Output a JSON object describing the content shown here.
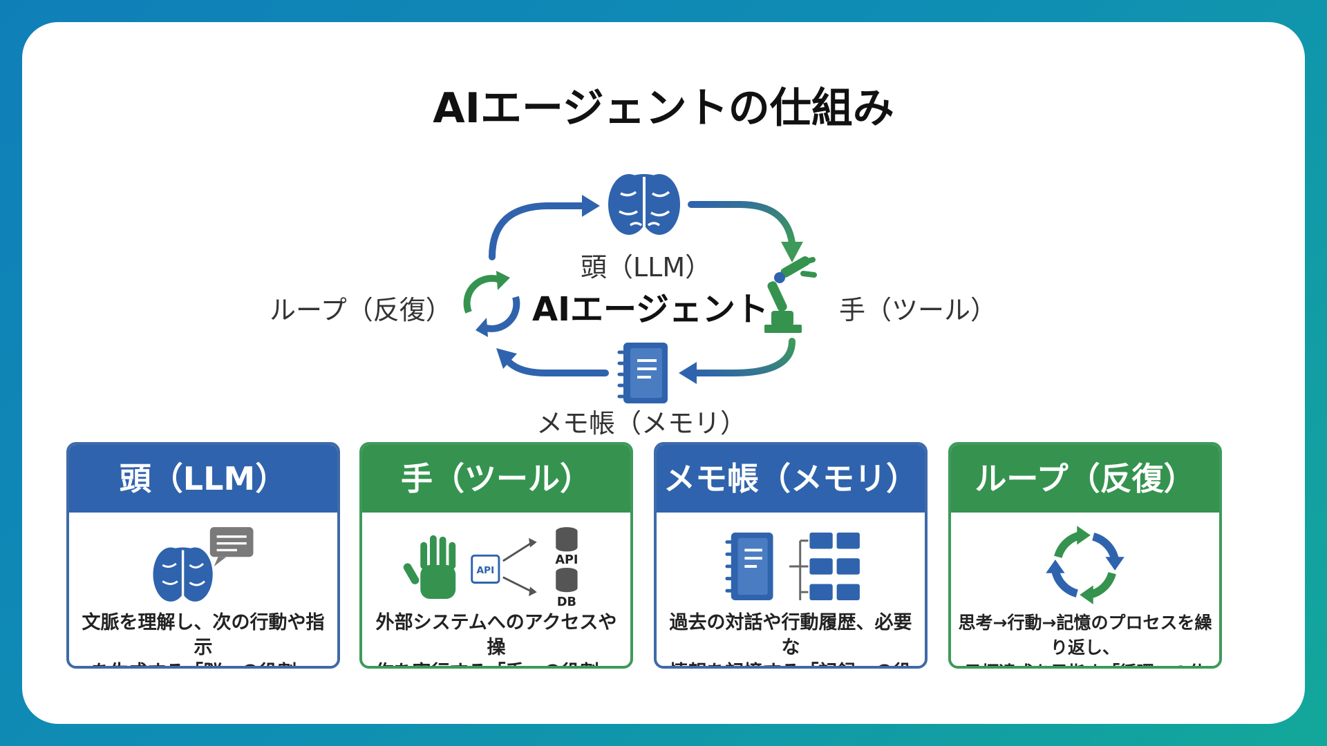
{
  "title": "AIエージェントの仕組み",
  "diagram": {
    "center": "AIエージェント",
    "top_label": "頭（LLM）",
    "right_label": "手（ツール）",
    "bottom_label": "メモ帳（メモリ）",
    "left_label": "ループ（反復）"
  },
  "cards": [
    {
      "title": "頭（LLM）",
      "desc1": "文脈を理解し、次の行動や指示",
      "desc2": "を生成する「脳」の役割。",
      "color": "#2f63ad"
    },
    {
      "title": "手（ツール）",
      "desc1": "外部システムへのアクセスや操",
      "desc2": "作を実行する「手」の役割。",
      "color": "#35934f",
      "icon_labels": {
        "chip": "API",
        "api": "API",
        "db": "DB"
      }
    },
    {
      "title": "メモ帳（メモリ）",
      "desc1": "過去の対話や行動履歴、必要な",
      "desc2": "情報を記憶する「記録」の役割。",
      "color": "#2f63ad"
    },
    {
      "title": "ループ（反復）",
      "desc1": "思考→行動→記憶のプロセスを繰り返し、",
      "desc2": "目標達成を目指す「循環」の仕組み。",
      "color": "#35934f"
    }
  ],
  "colors": {
    "blue": "#2f63ad",
    "green": "#35934f",
    "background": "#0f8fb3"
  }
}
